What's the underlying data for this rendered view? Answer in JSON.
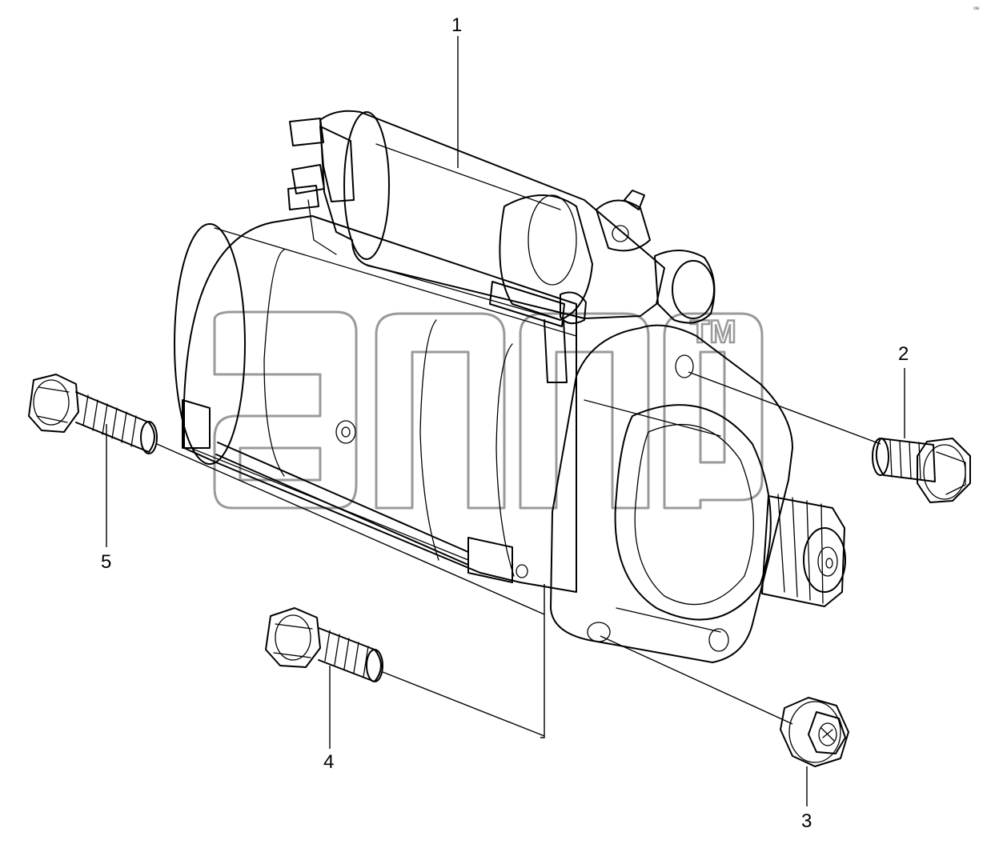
{
  "callouts": {
    "c1": "1",
    "c2": "2",
    "c3": "3",
    "c4": "4",
    "c5": "5"
  },
  "watermark": {
    "logo_mark": "TM"
  },
  "corner_mark": "ꟹ"
}
